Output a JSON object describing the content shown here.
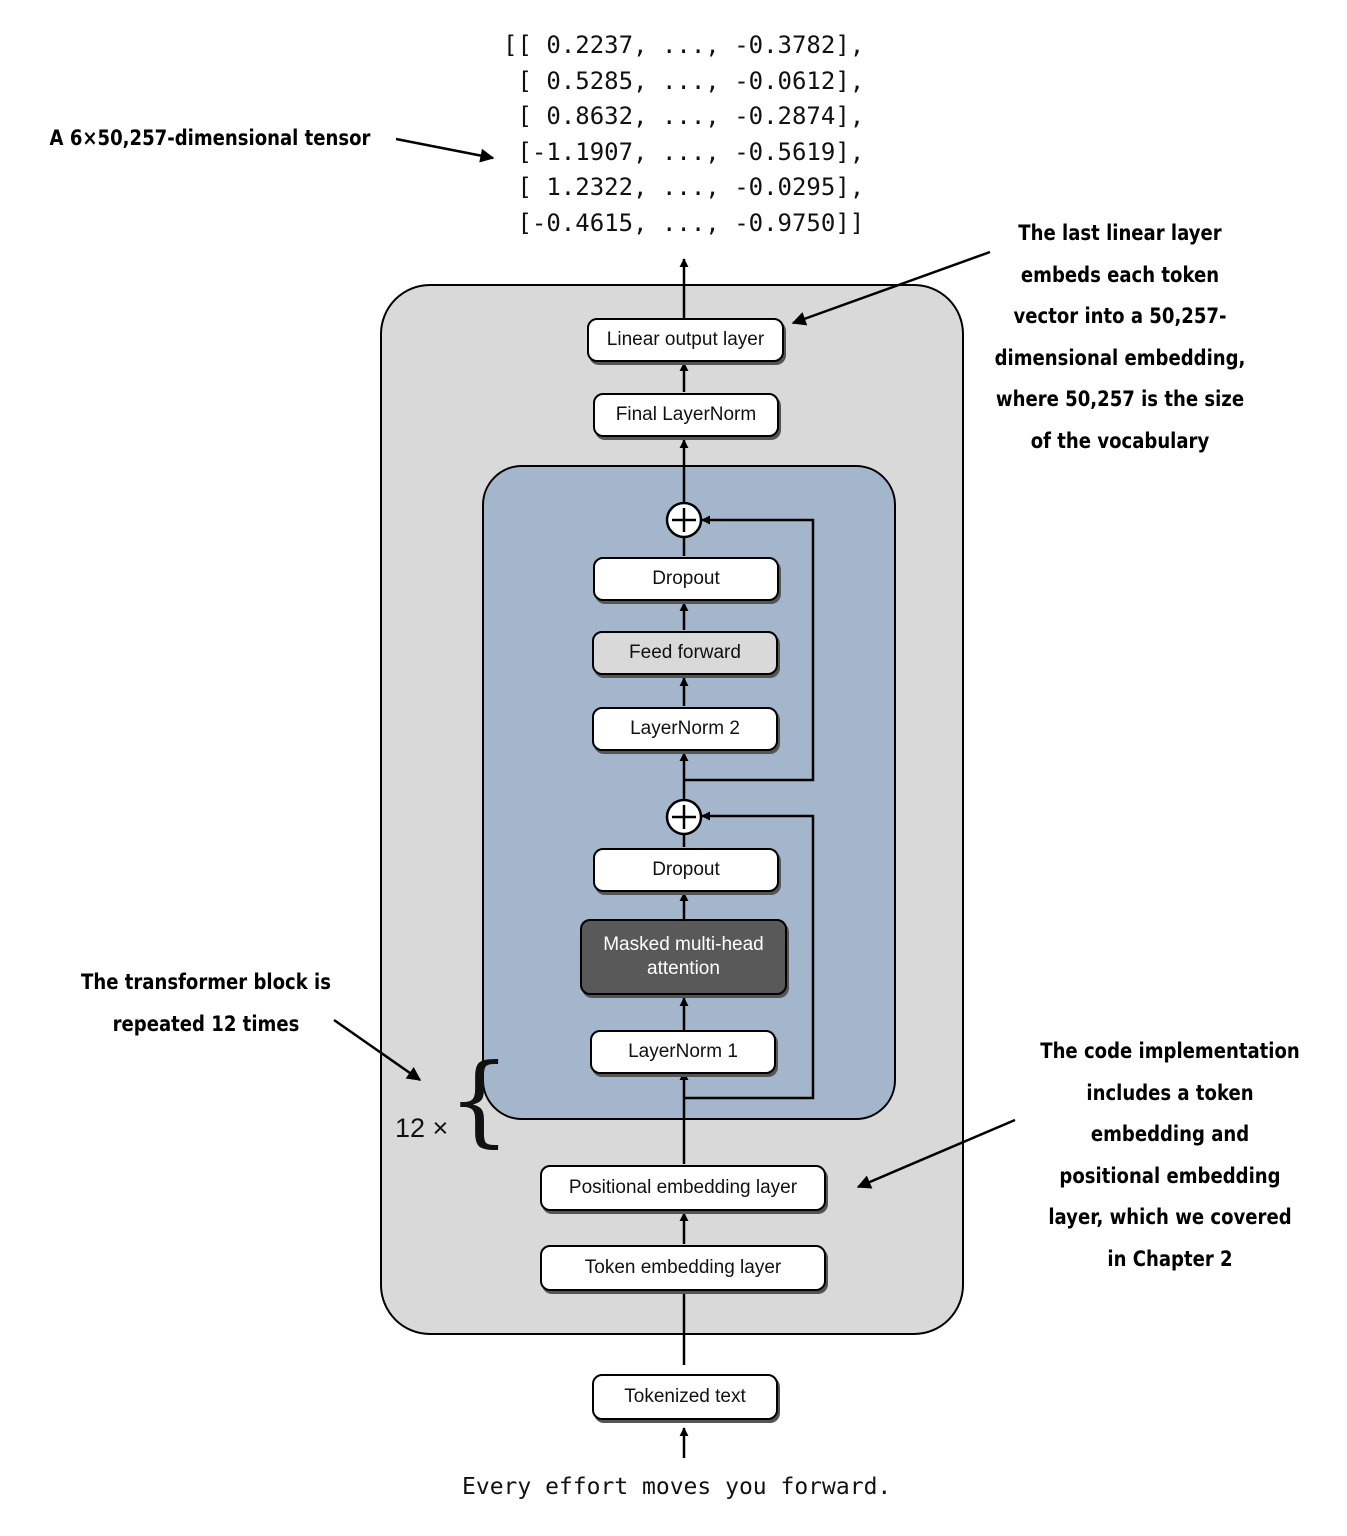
{
  "output_tensor": [
    "[[ 0.2237, ..., -0.3782],",
    " [ 0.5285, ..., -0.0612],",
    " [ 0.8632, ..., -0.2874],",
    " [-1.1907, ..., -0.5619],",
    " [ 1.2322, ..., -0.0295],",
    " [-0.4615, ..., -0.9750]]"
  ],
  "annotations": {
    "tensor_label": "A 6×50,257-dimensional tensor",
    "linear_layer_note": [
      "The last linear layer",
      "embeds each token",
      "vector into a 50,257-",
      "dimensional embedding,",
      "where 50,257 is the size",
      "of the vocabulary"
    ],
    "repeat_note": [
      "The transformer block is",
      "repeated 12 times"
    ],
    "embedding_note": [
      "The code implementation",
      "includes a token",
      "embedding and",
      "positional embedding",
      "layer, which we covered",
      "in Chapter 2"
    ]
  },
  "model": {
    "linear_output_layer": "Linear output layer",
    "final_layernorm": "Final LayerNorm",
    "transformer_block": {
      "dropout_top": "Dropout",
      "feed_forward": "Feed forward",
      "layernorm_2": "LayerNorm 2",
      "dropout_bottom": "Dropout",
      "attention": [
        "Masked multi-head",
        "attention"
      ],
      "layernorm_1": "LayerNorm 1",
      "repeat_count": "12 ×"
    },
    "positional_embedding_layer": "Positional embedding layer",
    "token_embedding_layer": "Token embedding layer"
  },
  "tokenized_text": "Tokenized text",
  "input_text": "Every effort moves you forward.",
  "colors": {
    "outer_box": "#d9d9d9",
    "transformer_block": "#a4b6cc",
    "attention_node": "#595959",
    "feed_forward_node": "#d9d9d9"
  }
}
